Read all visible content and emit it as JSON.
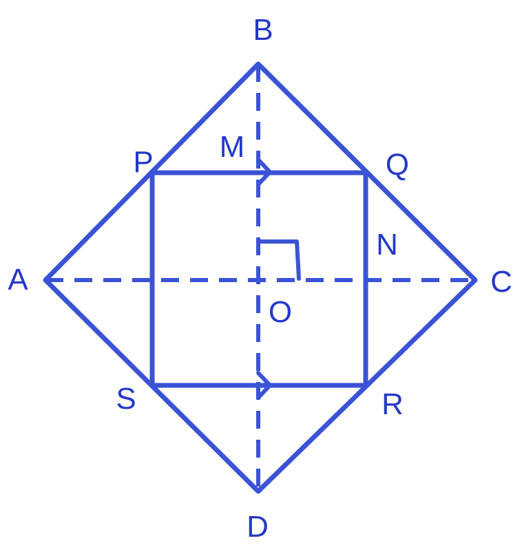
{
  "colors": {
    "stroke": "#3a53d6",
    "label": "#2438c8",
    "background": "#ffffff"
  },
  "labels": {
    "A": "A",
    "B": "B",
    "C": "C",
    "D": "D",
    "P": "P",
    "Q": "Q",
    "R": "R",
    "S": "S",
    "M": "M",
    "N": "N",
    "O": "O"
  }
}
